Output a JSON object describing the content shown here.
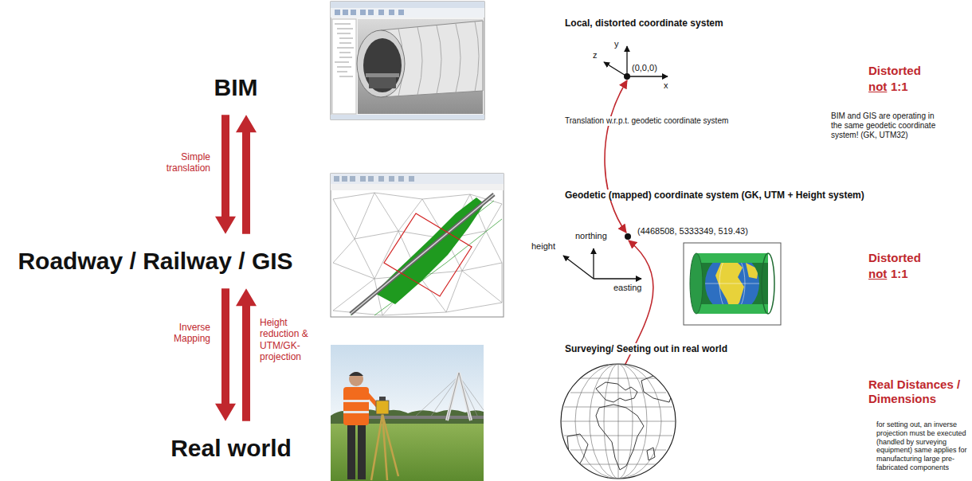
{
  "diagram": {
    "nodes": [
      {
        "text": [
          "BIM"
        ]
      },
      {
        "text": [
          "Roadway / Railway / GIS"
        ]
      },
      {
        "text": [
          "Real world"
        ]
      }
    ],
    "edges": [
      {
        "from": 0,
        "to": 1,
        "arrow": "to",
        "label": "Simple translation"
      },
      {
        "from": 1,
        "to": 0,
        "arrow": "to"
      },
      {
        "from": 1,
        "to": 2,
        "arrow": "to",
        "label": "Inverse Mapping"
      },
      {
        "from": 2,
        "to": 1,
        "arrow": "to",
        "label": "Height reduction & UTM/GK-projection"
      }
    ],
    "labels": [
      "Local, distorted coordinate system",
      "y",
      "z",
      "x",
      "(0,0,0)",
      "Translation w.r.p.t. geodetic coordinate system",
      "Distorted",
      "not",
      "1:1",
      "BIM and GIS are operating in the same geodetic coordinate system! (GK, UTM32)",
      "Geodetic (mapped) coordinate system (GK, UTM + Height system)",
      "(4468508, 5333349, 519.43)",
      "northing",
      "height",
      "easting",
      "Distorted",
      "not",
      "1:1",
      "Surveying/ Seeting out in real world",
      "Real Distances / Dimensions",
      "for setting out, an inverse projection must be executed (handled by surveying equipment) same applies for manufacturing large pre-fabricated components"
    ]
  }
}
